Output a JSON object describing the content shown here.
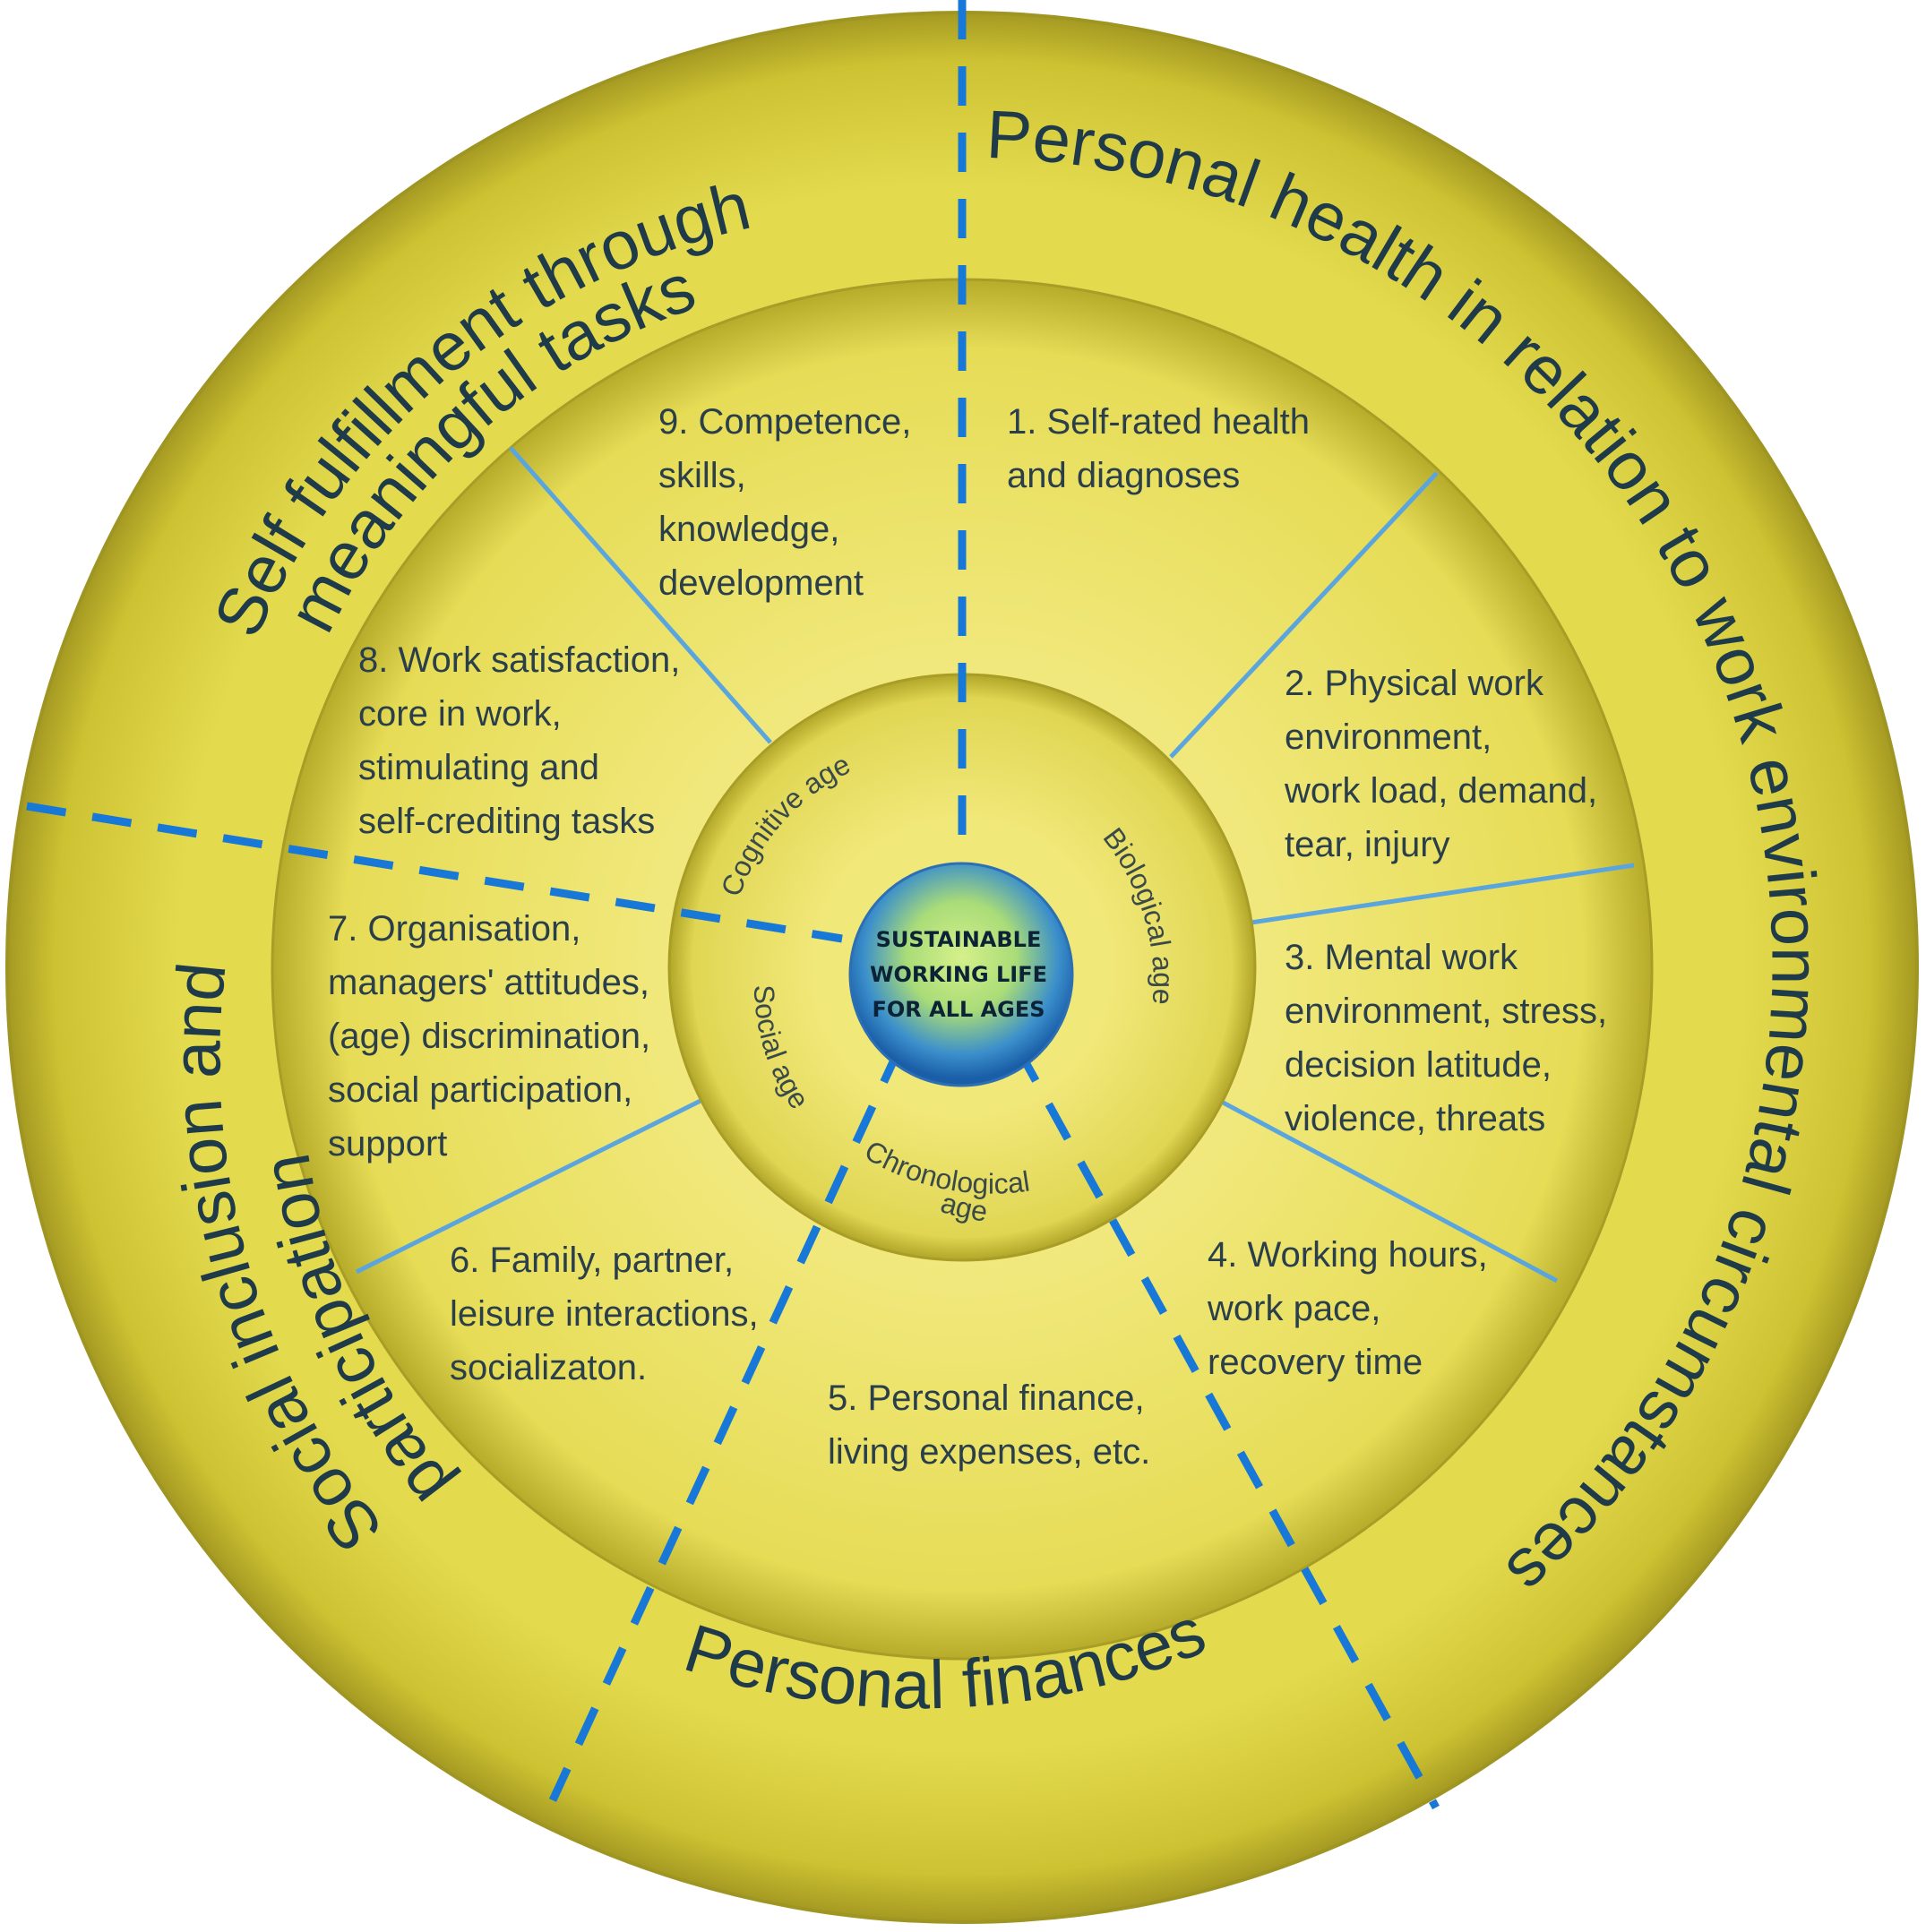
{
  "center": {
    "lines": [
      "SUSTAINABLE",
      "WORKING LIFE",
      "FOR ALL AGES"
    ]
  },
  "outer_labels": {
    "self_fulfillment_line1": "Self fulfillment through",
    "self_fulfillment_line2": "meaningful tasks",
    "personal_health": "Personal health in relation to work environmental circumstances",
    "social_inclusion_line1": "Social inclusion and",
    "social_inclusion_line2": "participation",
    "personal_finances": "Personal finances"
  },
  "ages": {
    "cognitive": "Cognitive age",
    "biological": "Biological age",
    "social": "Social age",
    "chronological_line1": "Chronological",
    "chronological_line2": "age"
  },
  "factors": [
    {
      "id": 1,
      "lines": [
        "1. Self-rated health",
        "and diagnoses"
      ]
    },
    {
      "id": 2,
      "lines": [
        "2. Physical work",
        "environment,",
        "work load, demand,",
        "tear, injury"
      ]
    },
    {
      "id": 3,
      "lines": [
        "3. Mental work",
        "environment, stress,",
        "decision latitude,",
        "violence, threats"
      ]
    },
    {
      "id": 4,
      "lines": [
        "4. Working hours,",
        "work pace,",
        "recovery time"
      ]
    },
    {
      "id": 5,
      "lines": [
        "5. Personal finance,",
        "living expenses, etc."
      ]
    },
    {
      "id": 6,
      "lines": [
        "6. Family, partner,",
        "leisure interactions,",
        "socializaton."
      ]
    },
    {
      "id": 7,
      "lines": [
        "7. Organisation,",
        "managers' attitudes,",
        "(age) discrimination,",
        "social participation,",
        "support"
      ]
    },
    {
      "id": 8,
      "lines": [
        "8. Work satisfaction,",
        "core in work,",
        "stimulating and",
        "self-crediting tasks"
      ]
    },
    {
      "id": 9,
      "lines": [
        "9. Competence,",
        "skills,",
        "knowledge,",
        "development"
      ]
    }
  ],
  "colors": {
    "outer_ring": "#d8cf3a",
    "inner_area": "#ece36a",
    "divider_lines": "#5aa5de",
    "dashed_lines": "#1878d8",
    "center_green": "#b8e070",
    "center_blue": "#1a63b0"
  }
}
